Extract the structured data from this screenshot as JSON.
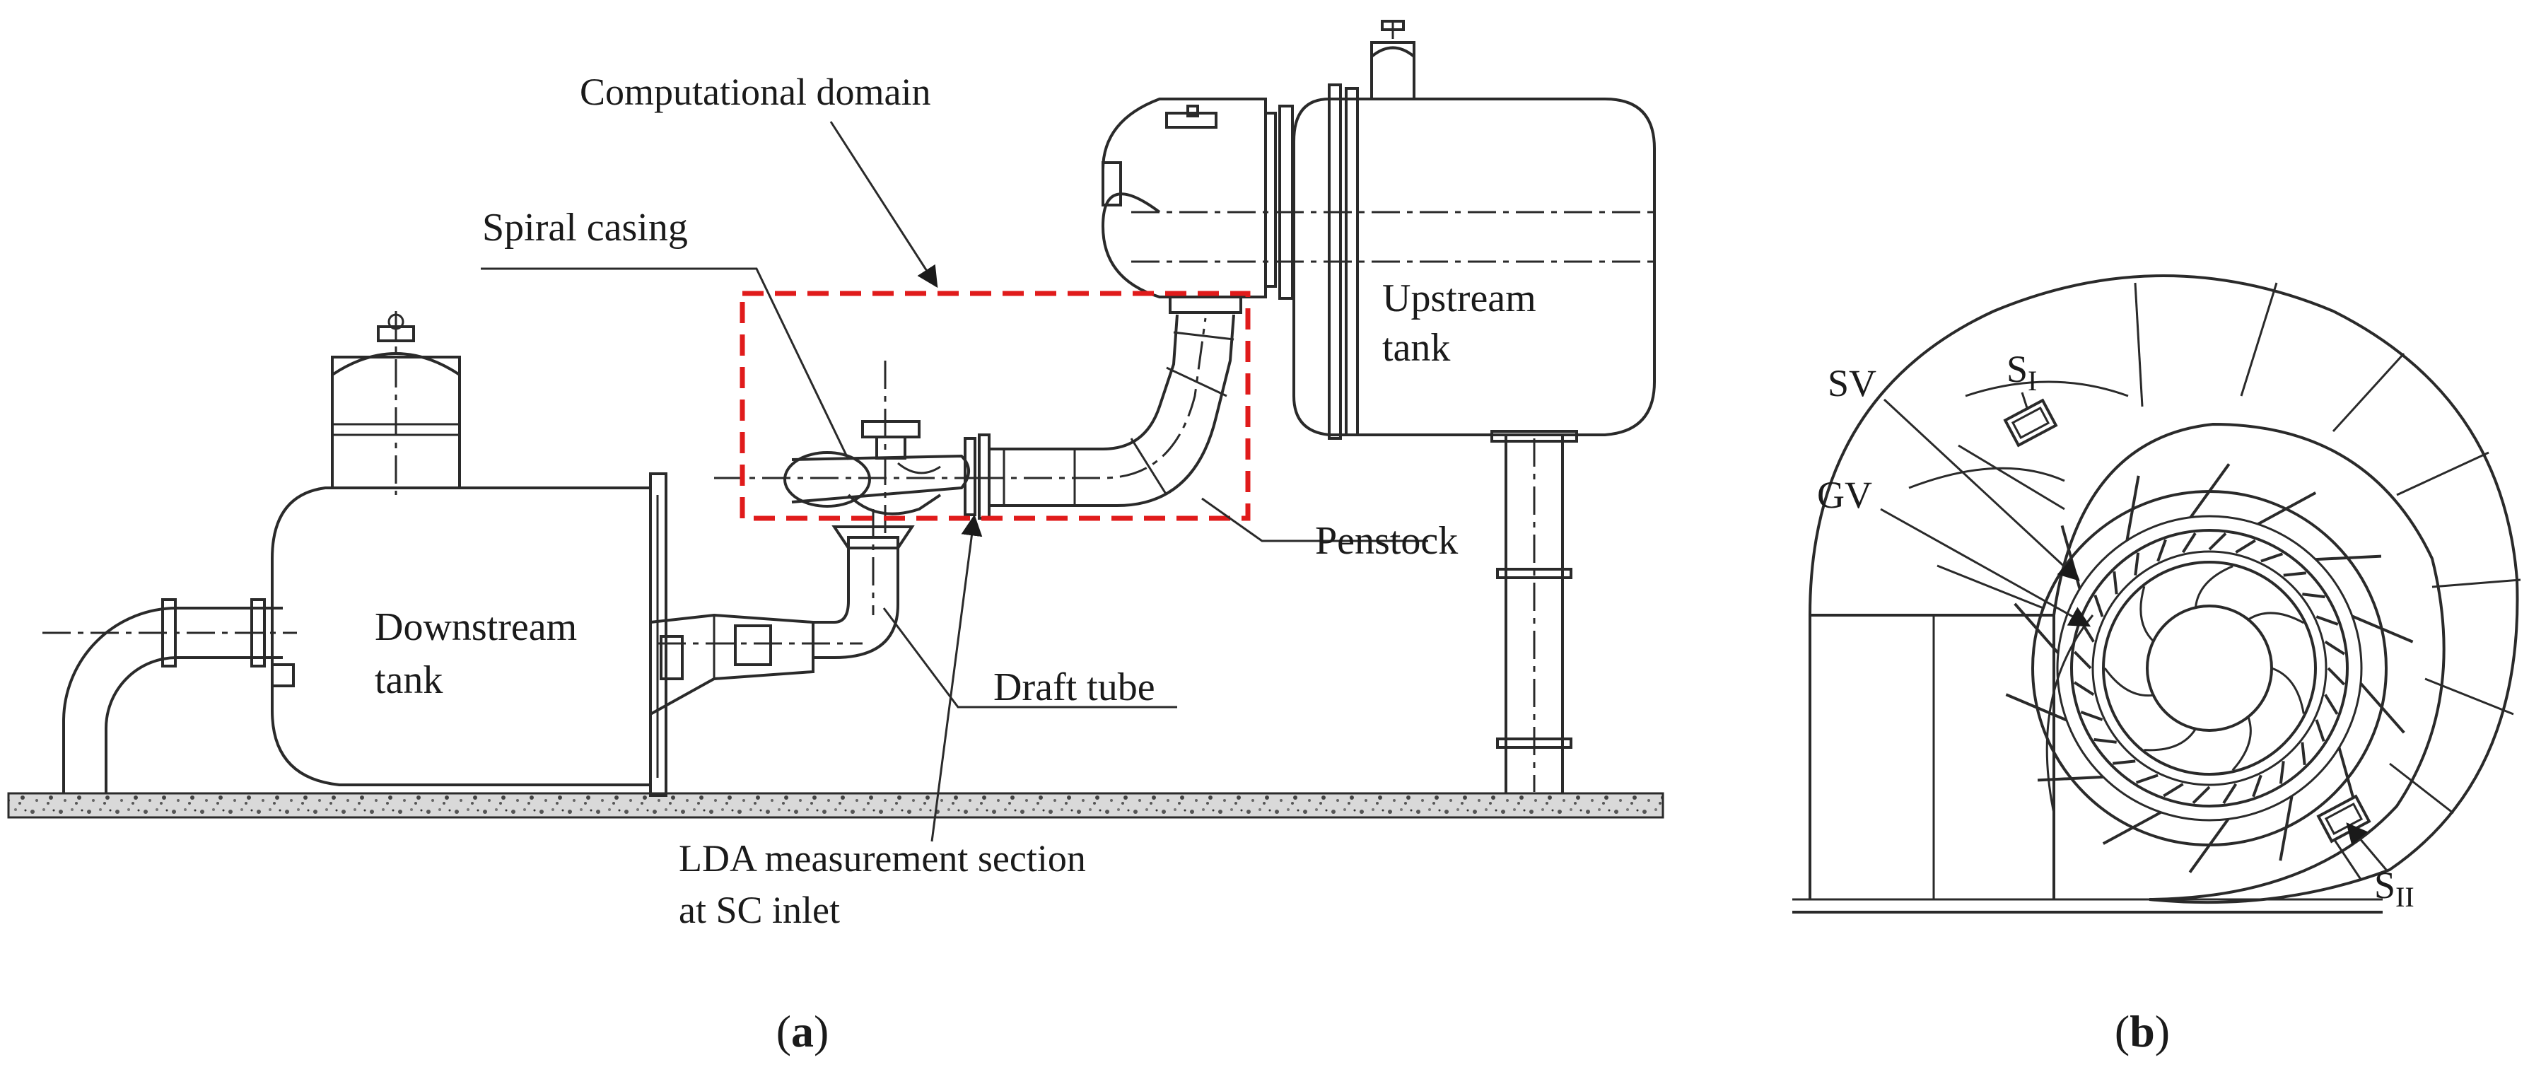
{
  "panel_a": {
    "labels": {
      "computational_domain": "Computational domain",
      "spiral_casing": "Spiral casing",
      "upstream_tank_1": "Upstream",
      "upstream_tank_2": "tank",
      "downstream_tank_1": "Downstream",
      "downstream_tank_2": "tank",
      "penstock": "Penstock",
      "draft_tube": "Draft tube",
      "lda_1": "LDA measurement section",
      "lda_2": "at SC inlet"
    },
    "caption_open": "(",
    "caption_letter": "a",
    "caption_close": ")",
    "domain_box_color": "#e01b1b"
  },
  "panel_b": {
    "labels": {
      "sv": "SV",
      "gv": "GV",
      "s1_main": "S",
      "s1_sub": "I",
      "s2_main": "S",
      "s2_sub": "II"
    },
    "caption_open": "(",
    "caption_letter": "b",
    "caption_close": ")"
  }
}
